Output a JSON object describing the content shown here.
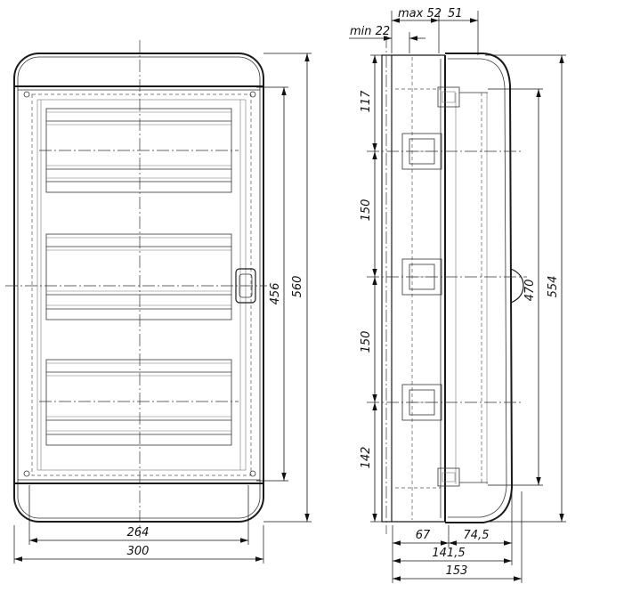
{
  "front_view": {
    "dim_height_outer": "560",
    "dim_height_inner": "456",
    "dim_width_inner": "264",
    "dim_width_outer": "300"
  },
  "side_view": {
    "dim_max_depth": "max 52",
    "dim_door_offset": "51",
    "dim_min_depth": "min 22",
    "dim_rail_1": "117",
    "dim_rail_2": "150",
    "dim_rail_3": "150",
    "dim_rail_4": "142",
    "dim_door_height": "470",
    "dim_height": "554",
    "dim_body_depth": "67",
    "dim_door_depth": "74,5",
    "dim_depth_mid": "141,5",
    "dim_depth_total": "153"
  }
}
